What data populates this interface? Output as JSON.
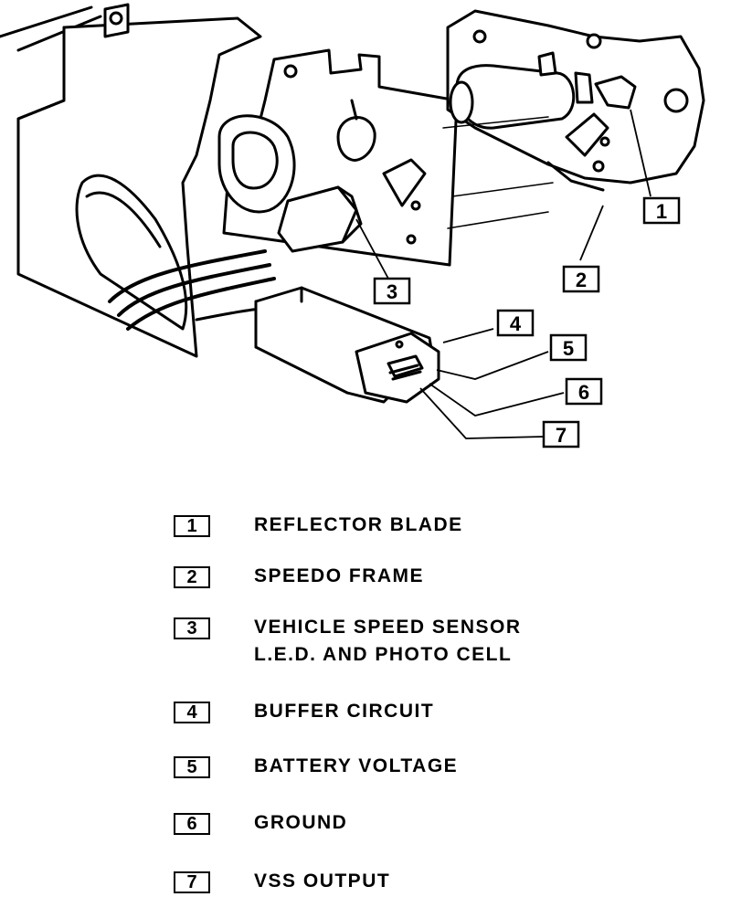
{
  "callouts": [
    {
      "num": "1",
      "label": "REFLECTOR BLADE"
    },
    {
      "num": "2",
      "label": "SPEEDO FRAME"
    },
    {
      "num": "3",
      "label": "VEHICLE SPEED SENSOR",
      "label2": "L.E.D. AND PHOTO CELL"
    },
    {
      "num": "4",
      "label": "BUFFER CIRCUIT"
    },
    {
      "num": "5",
      "label": "BATTERY VOLTAGE"
    },
    {
      "num": "6",
      "label": "GROUND"
    },
    {
      "num": "7",
      "label": "VSS OUTPUT"
    }
  ]
}
